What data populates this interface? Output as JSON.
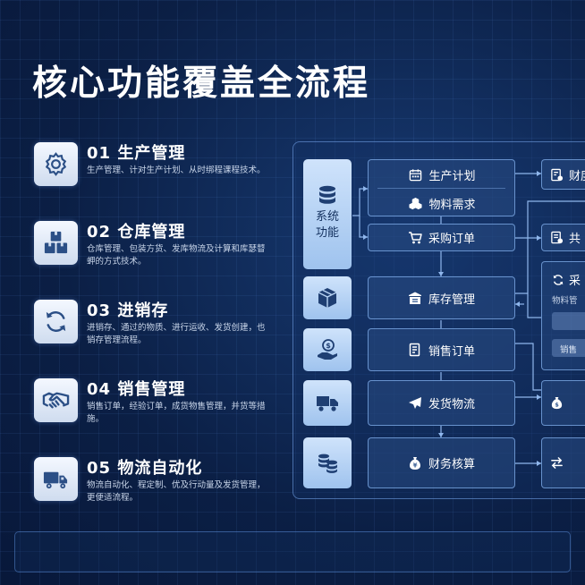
{
  "page": {
    "title": "核心功能覆盖全流程"
  },
  "features": [
    {
      "title": "01 生产管理",
      "desc": "生产管理、计对生产计划、从时绑程课程技术。",
      "icon": "gear-icon"
    },
    {
      "title": "02 仓库管理",
      "desc": "仓库管理、包装方货、发库物流及计算和库瑟瞽䖬的方式技术。",
      "icon": "boxes-icon"
    },
    {
      "title": "03 进销存",
      "desc": "进销存、通过的物质、进行运收、发货创建，也销存管理流程。",
      "icon": "refresh-icon"
    },
    {
      "title": "04 销售管理",
      "desc": "销售订单，经验订单，成货物售管理，并货等措施。",
      "icon": "handshake-icon"
    },
    {
      "title": "05 物流自动化",
      "desc": "物流自动化、程定制、优及行动量及发货管理，更便适流程。",
      "icon": "truck-icon"
    }
  ],
  "diagram": {
    "system_label_1": "系统",
    "system_label_2": "功能",
    "nodes": {
      "production_plan": "生产计划",
      "material_demand": "物料需求",
      "purchase_order": "采购订单",
      "inventory": "库存管理",
      "sales_order": "销售订单",
      "shipping": "发货物流",
      "finance": "财务核算"
    },
    "right": {
      "finance_partial": "财度",
      "supplier_partial": "共",
      "purchase_partial": "采",
      "material_mgmt_partial": "物料管",
      "sales_partial": "销售"
    }
  }
}
